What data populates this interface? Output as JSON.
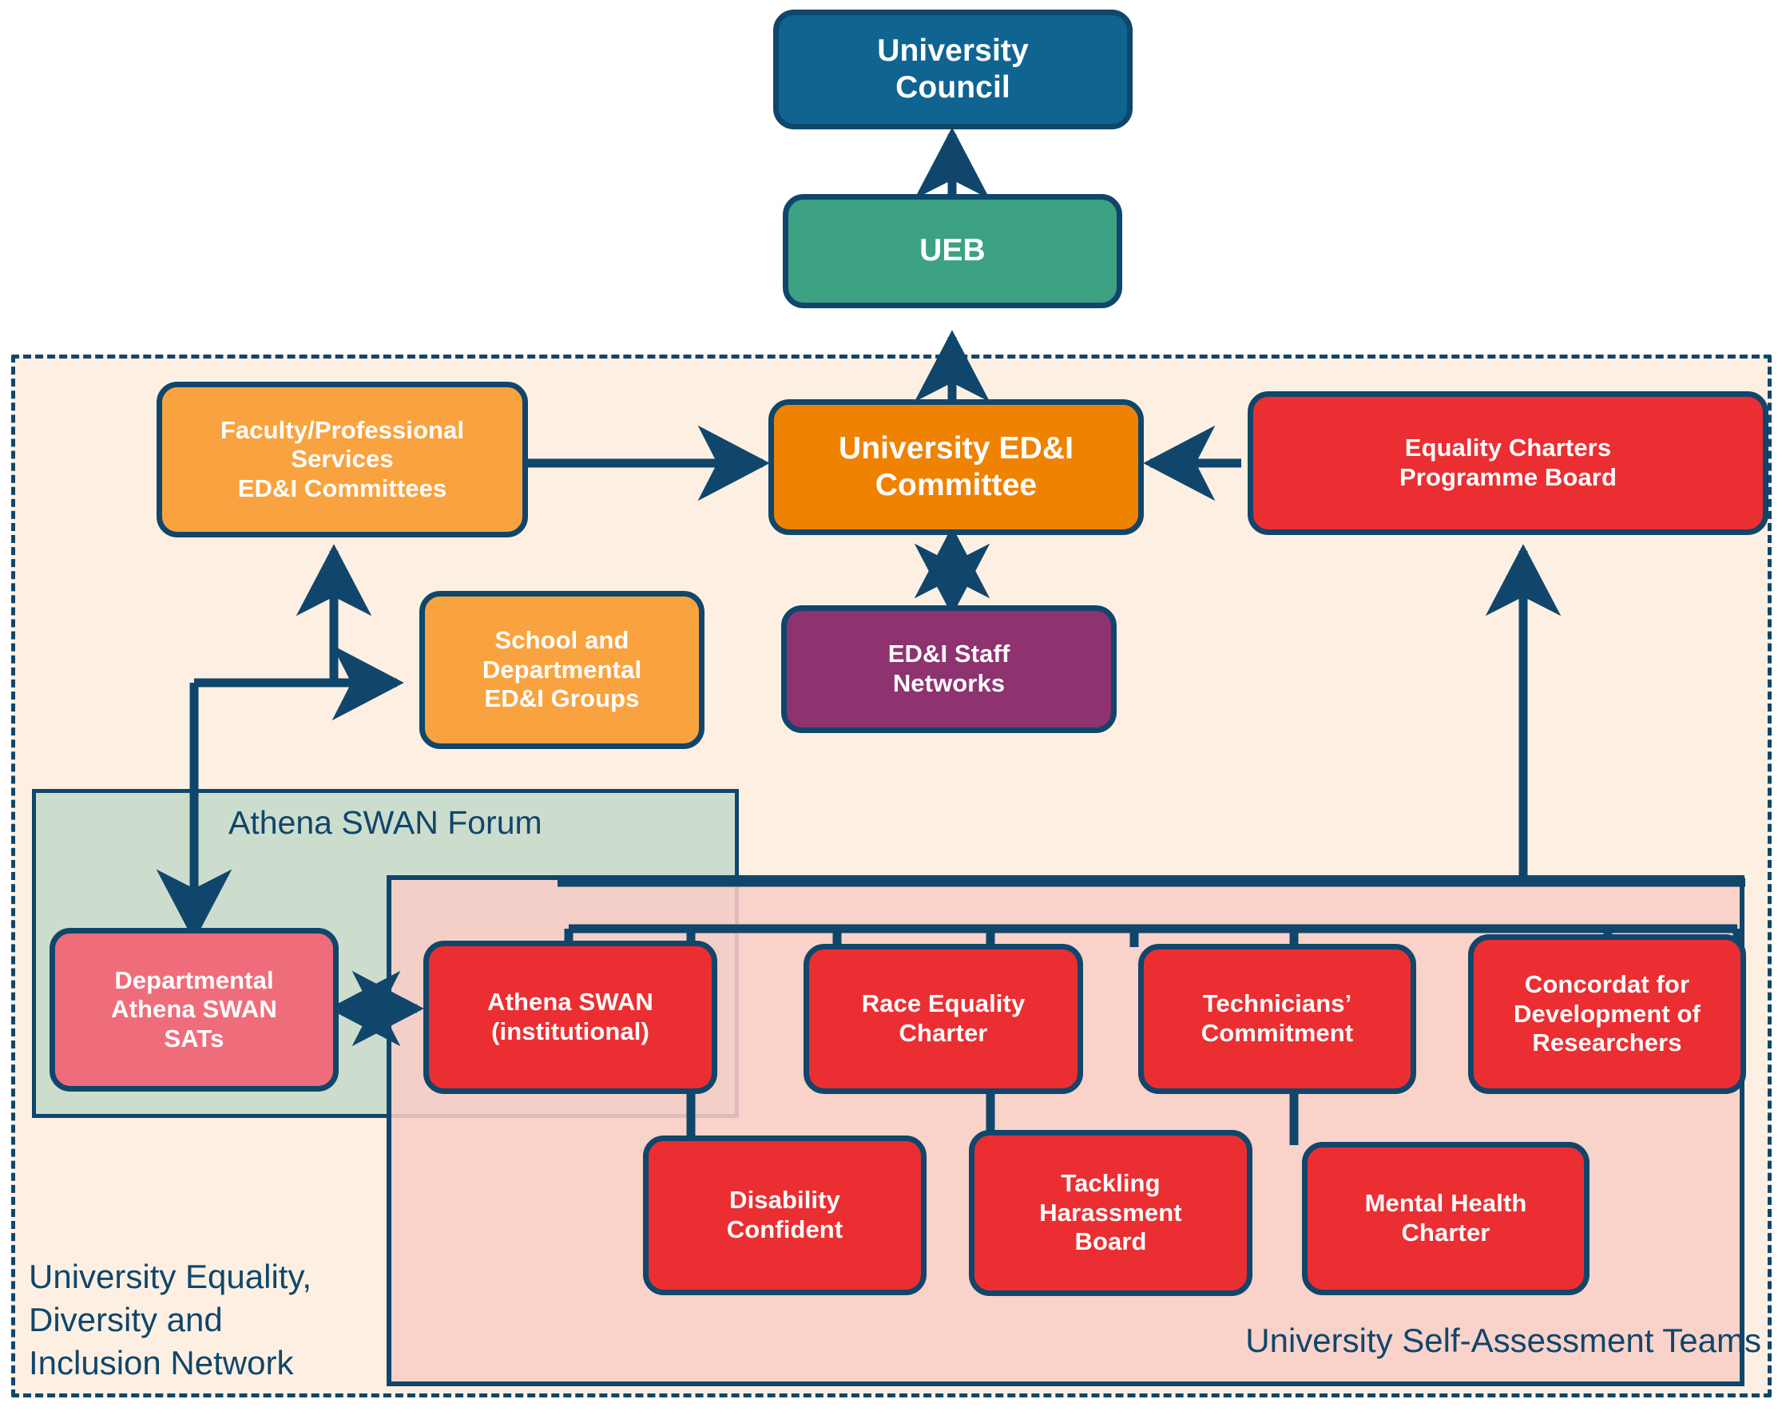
{
  "diagram": {
    "title": "University ED&I governance structure",
    "colors": {
      "connector": "#10466b",
      "council": "#106491",
      "ueb": "#3da183",
      "committee": "#ef8200",
      "orange": "#f9a340",
      "purple": "#8e3270",
      "red": "#eb2e32",
      "pink_red": "#ef6d7b",
      "outer_background": "#fdf0e3",
      "green_region": "#c9dbcb",
      "pink_region": "#f8cdc6",
      "page_background": "#ffffff"
    },
    "regions": [
      {
        "id": "edi-network",
        "label": "University Equality,\nDiversity and\nInclusion Network",
        "label_lines": [
          "University Equality,",
          "Diversity and",
          "Inclusion Network"
        ],
        "border": "dashed"
      },
      {
        "id": "athena-swan-forum",
        "label": "Athena SWAN Forum",
        "label_lines": [
          "Athena SWAN Forum"
        ],
        "border": "solid"
      },
      {
        "id": "self-assessment-teams",
        "label": "University Self-Assessment Teams",
        "label_lines": [
          "University Self-Assessment Teams"
        ],
        "border": "solid"
      }
    ],
    "nodes": [
      {
        "id": "university-council",
        "label": "University\nCouncil",
        "lines": [
          "University",
          "Council"
        ],
        "color": "council"
      },
      {
        "id": "ueb",
        "label": "UEB",
        "lines": [
          "UEB"
        ],
        "color": "ueb"
      },
      {
        "id": "faculty-professional-services-edi-committees",
        "label": "Faculty/Professional Services ED&I Committees",
        "lines": [
          "Faculty/Professional",
          "Services",
          "ED&I Committees"
        ],
        "color": "orange"
      },
      {
        "id": "university-edi-committee",
        "label": "University ED&I Committee",
        "lines": [
          "University ED&I",
          "Committee"
        ],
        "color": "committee"
      },
      {
        "id": "equality-charters-programme-board",
        "label": "Equality Charters Programme Board",
        "lines": [
          "Equality Charters",
          "Programme Board"
        ],
        "color": "red"
      },
      {
        "id": "school-departmental-edi-groups",
        "label": "School and Departmental ED&I Groups",
        "lines": [
          "School and",
          "Departmental",
          "ED&I Groups"
        ],
        "color": "orange"
      },
      {
        "id": "edi-staff-networks",
        "label": "ED&I Staff Networks",
        "lines": [
          "ED&I Staff",
          "Networks"
        ],
        "color": "purple"
      },
      {
        "id": "departmental-athena-swan-sats",
        "label": "Departmental Athena SWAN SATs",
        "lines": [
          "Departmental",
          "Athena SWAN",
          "SATs"
        ],
        "color": "pink_red"
      },
      {
        "id": "athena-swan-institutional",
        "label": "Athena SWAN (institutional)",
        "lines": [
          "Athena SWAN",
          "(institutional)"
        ],
        "color": "red"
      },
      {
        "id": "race-equality-charter",
        "label": "Race Equality Charter",
        "lines": [
          "Race Equality",
          "Charter"
        ],
        "color": "red"
      },
      {
        "id": "technicians-commitment",
        "label": "Technicians’ Commitment",
        "lines": [
          "Technicians’",
          "Commitment"
        ],
        "color": "red"
      },
      {
        "id": "concordat-for-development-of-researchers",
        "label": "Concordat for Development of Researchers",
        "lines": [
          "Concordat for",
          "Development of",
          "Researchers"
        ],
        "color": "red"
      },
      {
        "id": "disability-confident",
        "label": "Disability Confident",
        "lines": [
          "Disability",
          "Confident"
        ],
        "color": "red"
      },
      {
        "id": "tackling-harassment-board",
        "label": "Tackling Harassment Board",
        "lines": [
          "Tackling",
          "Harassment",
          "Board"
        ],
        "color": "red"
      },
      {
        "id": "mental-health-charter",
        "label": "Mental Health Charter",
        "lines": [
          "Mental Health",
          "Charter"
        ],
        "color": "red"
      }
    ],
    "connections": [
      {
        "from": "ueb",
        "to": "university-council",
        "type": "arrow-up"
      },
      {
        "from": "university-edi-committee",
        "to": "ueb",
        "type": "arrow-up"
      },
      {
        "from": "faculty-professional-services-edi-committees",
        "to": "university-edi-committee",
        "type": "arrow-right"
      },
      {
        "from": "equality-charters-programme-board",
        "to": "university-edi-committee",
        "type": "arrow-left"
      },
      {
        "from": "university-edi-committee",
        "to": "edi-staff-networks",
        "type": "double-arrow-vertical"
      },
      {
        "from": "school-departmental-edi-groups",
        "to": "faculty-professional-services-edi-committees",
        "type": "arrow-up"
      },
      {
        "from": "departmental-athena-swan-sats",
        "to": "school-departmental-edi-groups",
        "type": "arrow-right"
      },
      {
        "from": "faculty-professional-services-edi-committees",
        "to": "departmental-athena-swan-sats",
        "type": "arrow-down"
      },
      {
        "from": "departmental-athena-swan-sats",
        "to": "athena-swan-institutional",
        "type": "double-arrow-horizontal"
      },
      {
        "from": "self-assessment-teams-bus",
        "to": "equality-charters-programme-board",
        "type": "arrow-up"
      },
      {
        "from": "self-assessment-teams-bus",
        "to": "athena-swan-institutional",
        "type": "line"
      },
      {
        "from": "self-assessment-teams-bus",
        "to": "race-equality-charter",
        "type": "line"
      },
      {
        "from": "self-assessment-teams-bus",
        "to": "technicians-commitment",
        "type": "line"
      },
      {
        "from": "self-assessment-teams-bus",
        "to": "concordat-for-development-of-researchers",
        "type": "line"
      },
      {
        "from": "self-assessment-teams-bus",
        "to": "disability-confident",
        "type": "line"
      },
      {
        "from": "self-assessment-teams-bus",
        "to": "tackling-harassment-board",
        "type": "line"
      },
      {
        "from": "self-assessment-teams-bus",
        "to": "mental-health-charter",
        "type": "line"
      }
    ]
  }
}
